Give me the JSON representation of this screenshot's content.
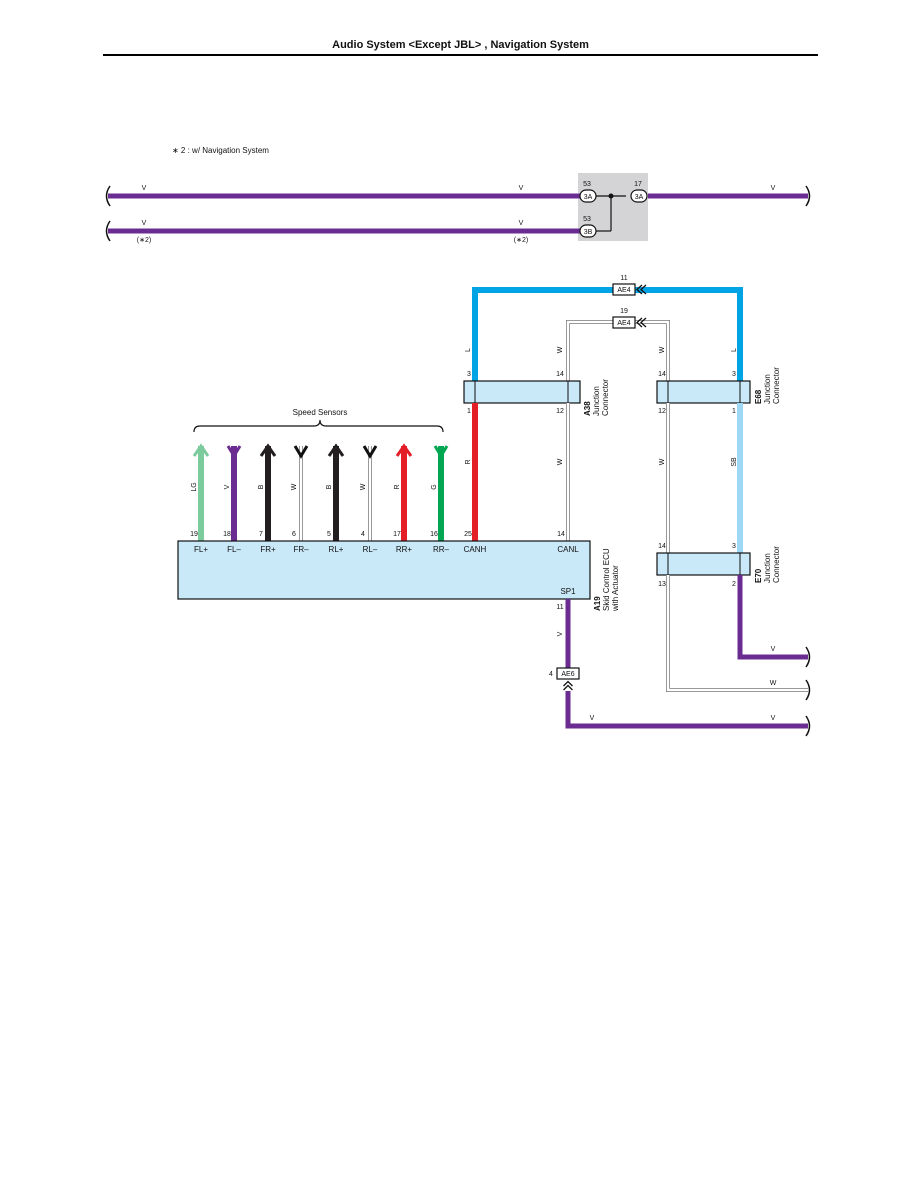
{
  "header": {
    "title": "Audio System <Except JBL> , Navigation System"
  },
  "note": {
    "text": "∗ 2 : w/ Navigation System"
  },
  "colors": {
    "V": "#6a2c91",
    "L": "#00a4e4",
    "R": "#e31e26",
    "W": "#ffffff",
    "SB": "#9fd8f5",
    "LG": "#7ccb9d",
    "B": "#231f20",
    "G": "#00a651",
    "ecu_fill": "#c9e8f8",
    "box_gray": "#d4d4d6"
  },
  "top_wires": {
    "w1_left": "V",
    "w1_mid": "V",
    "w1_right": "V",
    "w2_left": "V",
    "w2_mid": "V",
    "w2_note_left": "(∗2)",
    "w2_note_mid": "(∗2)",
    "conn_3A_left_pin": "53",
    "conn_3A_left_label": "3A",
    "conn_3A_right_pin": "17",
    "conn_3A_right_label": "3A",
    "conn_3B_pin": "53",
    "conn_3B_label": "3B"
  },
  "ae4": {
    "label": "AE4",
    "pin_top": "11",
    "pin_bottom": "19"
  },
  "a38": {
    "id": "A38",
    "name1": "Junction",
    "name2": "Connector",
    "pin_tl": "3",
    "pin_tr": "14",
    "pin_bl": "1",
    "pin_br": "12"
  },
  "e68": {
    "id": "E68",
    "name1": "Junction",
    "name2": "Connector",
    "pin_tl": "14",
    "pin_tr": "3",
    "pin_bl": "12",
    "pin_br": "1"
  },
  "e70": {
    "id": "E70",
    "name1": "Junction",
    "name2": "Connector",
    "pin_tl": "14",
    "pin_tr": "3",
    "pin_bl": "13",
    "pin_br": "2"
  },
  "speed_sensors": {
    "label": "Speed Sensors"
  },
  "ecu": {
    "id": "A19",
    "name1": "Skid Control ECU",
    "name2": "with Actuator",
    "pins": [
      {
        "num": "19",
        "name": "FL+",
        "color": "LG"
      },
      {
        "num": "18",
        "name": "FL–",
        "color": "V"
      },
      {
        "num": "7",
        "name": "FR+",
        "color": "B"
      },
      {
        "num": "6",
        "name": "FR–",
        "color": "W"
      },
      {
        "num": "5",
        "name": "RL+",
        "color": "B"
      },
      {
        "num": "4",
        "name": "RL–",
        "color": "W"
      },
      {
        "num": "17",
        "name": "RR+",
        "color": "R"
      },
      {
        "num": "16",
        "name": "RR–",
        "color": "G"
      }
    ],
    "canh_pin": "25",
    "canh_name": "CANH",
    "canl_pin": "14",
    "canl_name": "CANL",
    "sp1_pin": "11",
    "sp1_name": "SP1"
  },
  "wire_labels": {
    "l_left": "L",
    "w_a38_top": "W",
    "w_e68_top": "W",
    "l_right": "L",
    "r_can": "R",
    "w_a38_bot": "W",
    "w_e68_bot": "W",
    "sb": "SB",
    "v_sp1": "V",
    "v_e70_out": "V",
    "w_out": "W",
    "v_bottom_left": "V",
    "v_bottom_right": "V"
  },
  "ae6": {
    "label": "AE6",
    "pin": "4"
  }
}
